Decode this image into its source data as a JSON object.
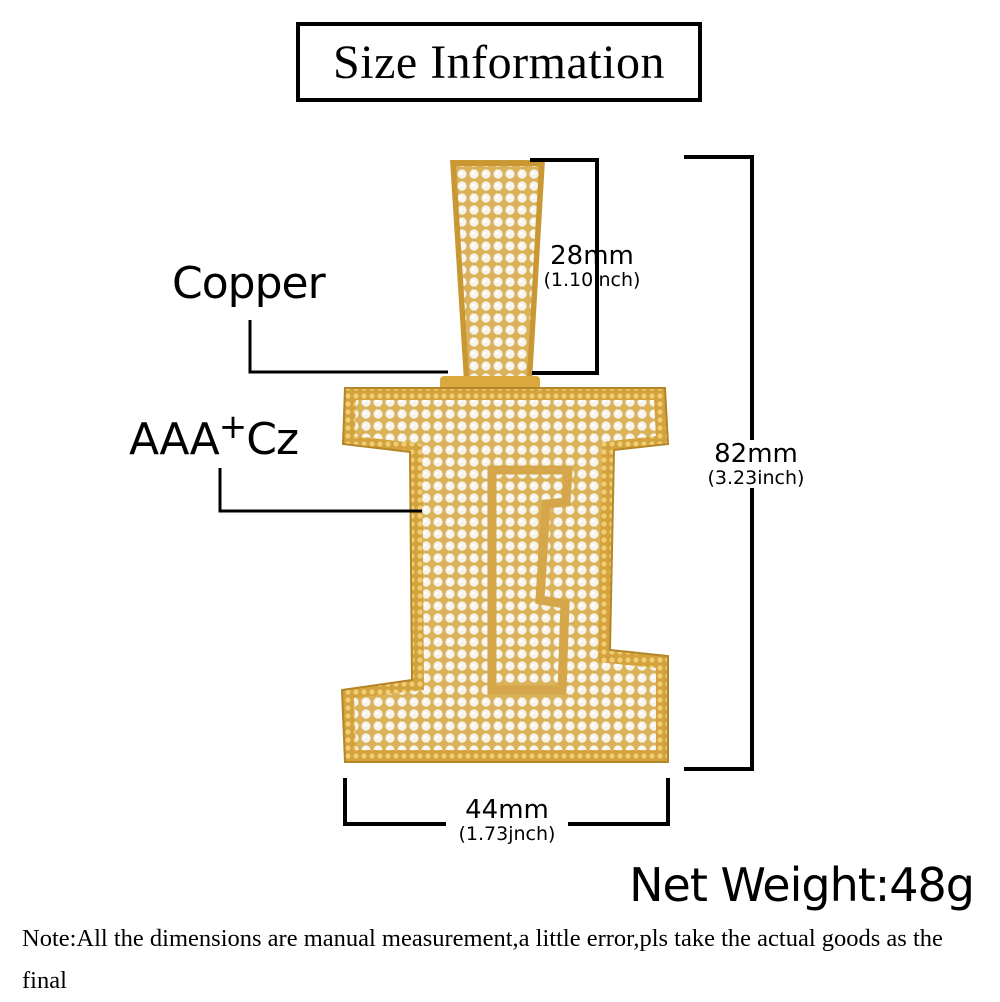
{
  "title": "Size Information",
  "labels": {
    "material": "Copper",
    "stone_prefix": "AAA",
    "stone_plus": "+",
    "stone_suffix": "Cz"
  },
  "dimensions": {
    "bail_height": {
      "mm": "28mm",
      "inch": "(1.10inch)"
    },
    "total_height": {
      "mm": "82mm",
      "inch": "(3.23inch)"
    },
    "width": {
      "mm": "44mm",
      "inch": "(1.73jnch)"
    }
  },
  "net_weight": "Net Weight:48g",
  "note": "Note:All the dimensions are manual measurement,a little error,pls take the actual goods as the final",
  "colors": {
    "gold": "#e3b548",
    "gold_dark": "#b98a2a",
    "stone": "#f4f1ea"
  }
}
